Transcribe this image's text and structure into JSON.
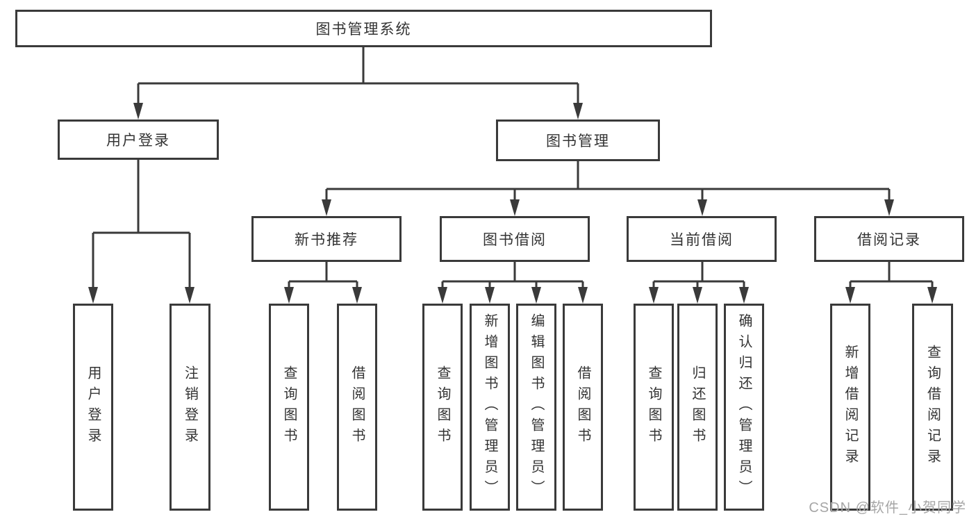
{
  "diagram": {
    "type": "hierarchy-tree",
    "root": {
      "label": "图书管理系统",
      "children": [
        {
          "label": "用户登录",
          "children": [
            {
              "label": "用户登录"
            },
            {
              "label": "注销登录"
            }
          ]
        },
        {
          "label": "图书管理",
          "children": [
            {
              "label": "新书推荐",
              "children": [
                {
                  "label": "查询图书"
                },
                {
                  "label": "借阅图书"
                }
              ]
            },
            {
              "label": "图书借阅",
              "children": [
                {
                  "label": "查询图书"
                },
                {
                  "label": "新增图书（管理员）"
                },
                {
                  "label": "编辑图书（管理员）"
                },
                {
                  "label": "借阅图书"
                }
              ]
            },
            {
              "label": "当前借阅",
              "children": [
                {
                  "label": "查询图书"
                },
                {
                  "label": "归还图书"
                },
                {
                  "label": "确认归还（管理员）"
                }
              ]
            },
            {
              "label": "借阅记录",
              "children": [
                {
                  "label": "新增借阅记录"
                },
                {
                  "label": "查询借阅记录"
                }
              ]
            }
          ]
        }
      ]
    }
  },
  "watermark": {
    "text": "CSDN @软件_小贺同学"
  },
  "colors": {
    "line": "#3a3a3a",
    "box_border": "#3a3a3a",
    "box_fill": "#ffffff",
    "text": "#333333",
    "watermark": "#a6a6a6",
    "background": "#ffffff"
  }
}
